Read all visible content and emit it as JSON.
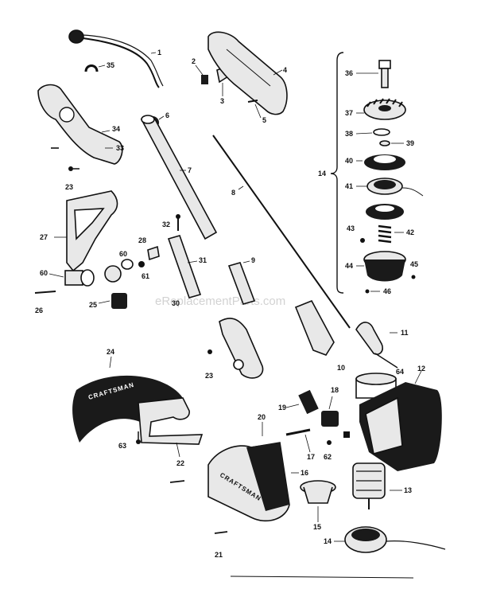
{
  "watermark": "eReplacementParts.com",
  "brand_label": "CRAFTSMAN",
  "colors": {
    "ink": "#111111",
    "part_fill": "#e8e8e8",
    "dark_fill": "#1a1a1a",
    "paper": "#ffffff"
  },
  "callouts": {
    "c1": "1",
    "c2": "2",
    "c3": "3",
    "c4": "4",
    "c5": "5",
    "c6": "6",
    "c7": "7",
    "c8": "8",
    "c9": "9",
    "c10": "10",
    "c11": "11",
    "c12": "12",
    "c13": "13",
    "c14_group": "14",
    "c14_head": "14",
    "c15": "15",
    "c16": "16",
    "c17": "17",
    "c18": "18",
    "c19": "19",
    "c20": "20",
    "c21": "21",
    "c22": "22",
    "c23_top": "23",
    "c23_mid": "23",
    "c24": "24",
    "c25": "25",
    "c26": "26",
    "c27": "27",
    "c28": "28",
    "c30": "30",
    "c31": "31",
    "c32": "32",
    "c33": "33",
    "c34": "34",
    "c35": "35",
    "c36": "36",
    "c37": "37",
    "c38": "38",
    "c39": "39",
    "c40": "40",
    "c41": "41",
    "c42": "42",
    "c43": "43",
    "c44": "44",
    "c45": "45",
    "c46": "46",
    "c60a": "60",
    "c60b": "60",
    "c61": "61",
    "c62": "62",
    "c63": "63",
    "c64": "64"
  }
}
